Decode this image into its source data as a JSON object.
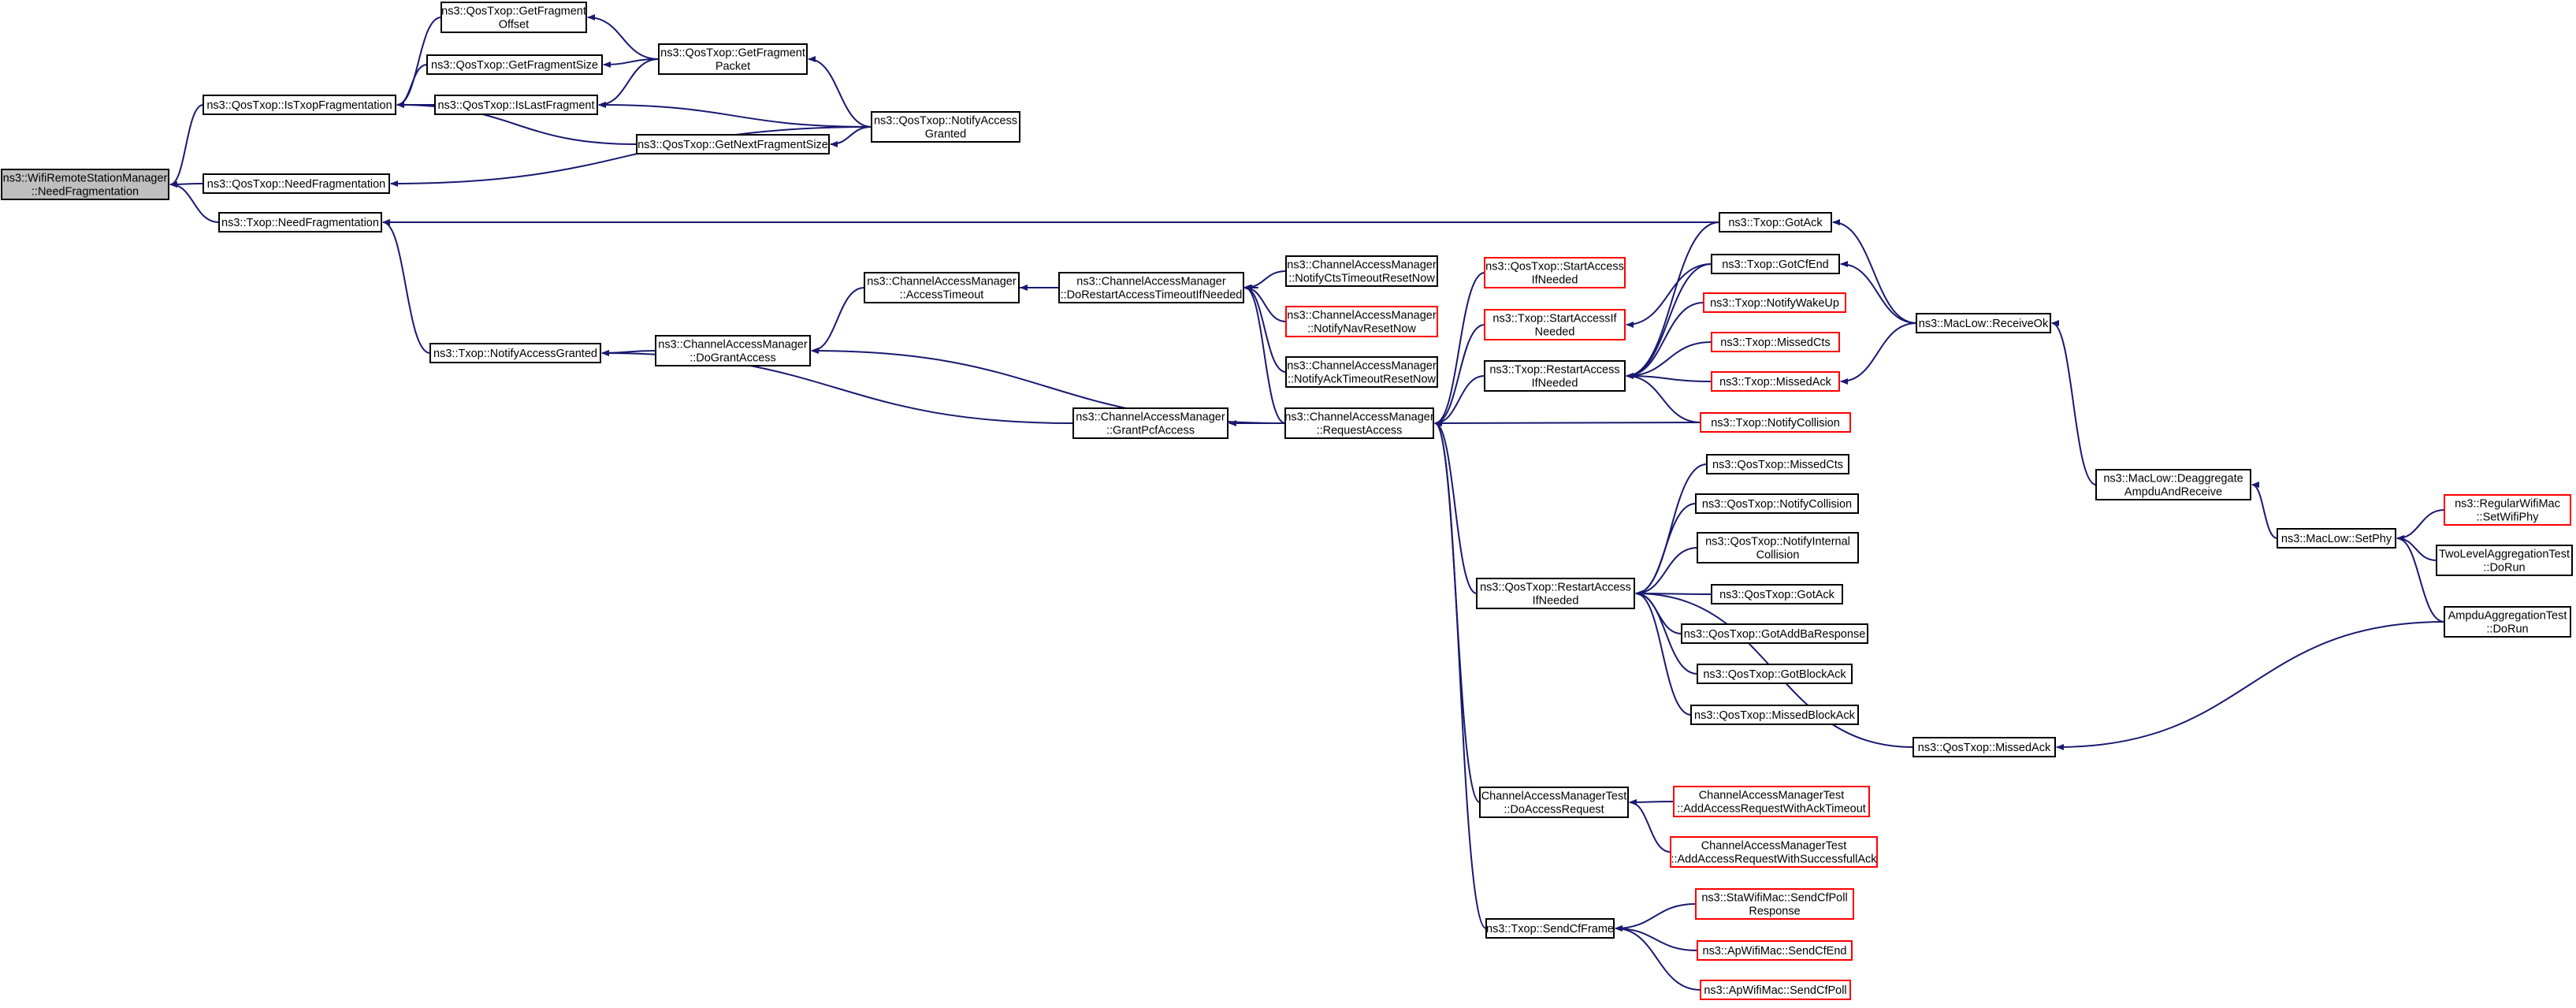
{
  "colors": {
    "edge": "#191970",
    "root_fill": "#bfbfbf",
    "node_fill": "#ffffff",
    "node_border": "#000000",
    "truncated_border": "#ff0000"
  },
  "nodes": [
    {
      "id": "root",
      "label": [
        "ns3::WifiRemoteStationManager",
        "::NeedFragmentation"
      ],
      "style": "root"
    },
    {
      "id": "qtx_istxop",
      "label": [
        "ns3::QosTxop::IsTxopFragmentation"
      ],
      "style": "normal"
    },
    {
      "id": "qtx_needfrag",
      "label": [
        "ns3::QosTxop::NeedFragmentation"
      ],
      "style": "normal"
    },
    {
      "id": "tx_needfrag",
      "label": [
        "ns3::Txop::NeedFragmentation"
      ],
      "style": "normal"
    },
    {
      "id": "qtx_getfragoff",
      "label": [
        "ns3::QosTxop::GetFragment",
        "Offset"
      ],
      "style": "normal"
    },
    {
      "id": "qtx_getfragsize",
      "label": [
        "ns3::QosTxop::GetFragmentSize"
      ],
      "style": "normal"
    },
    {
      "id": "qtx_islastfrag",
      "label": [
        "ns3::QosTxop::IsLastFragment"
      ],
      "style": "normal"
    },
    {
      "id": "qtx_getnextfrag",
      "label": [
        "ns3::QosTxop::GetNextFragmentSize"
      ],
      "style": "normal"
    },
    {
      "id": "qtx_getfragpkt",
      "label": [
        "ns3::QosTxop::GetFragment",
        "Packet"
      ],
      "style": "normal"
    },
    {
      "id": "qtx_notifyaccess",
      "label": [
        "ns3::QosTxop::NotifyAccess",
        "Granted"
      ],
      "style": "normal"
    },
    {
      "id": "tx_gotack",
      "label": [
        "ns3::Txop::GotAck"
      ],
      "style": "normal"
    },
    {
      "id": "tx_notifyaccess",
      "label": [
        "ns3::Txop::NotifyAccessGranted"
      ],
      "style": "normal"
    },
    {
      "id": "cam_dogrant",
      "label": [
        "ns3::ChannelAccessManager",
        "::DoGrantAccess"
      ],
      "style": "normal"
    },
    {
      "id": "cam_grantpcf",
      "label": [
        "ns3::ChannelAccessManager",
        "::GrantPcfAccess"
      ],
      "style": "normal"
    },
    {
      "id": "cam_accesstimeout",
      "label": [
        "ns3::ChannelAccessManager",
        "::AccessTimeout"
      ],
      "style": "normal"
    },
    {
      "id": "cam_dorestart",
      "label": [
        "ns3::ChannelAccessManager",
        "::DoRestartAccessTimeoutIfNeeded"
      ],
      "style": "normal"
    },
    {
      "id": "cam_requestaccess",
      "label": [
        "ns3::ChannelAccessManager",
        "::RequestAccess"
      ],
      "style": "normal"
    },
    {
      "id": "cam_notifycts",
      "label": [
        "ns3::ChannelAccessManager",
        "::NotifyCtsTimeoutResetNow"
      ],
      "style": "normal"
    },
    {
      "id": "cam_notifynav",
      "label": [
        "ns3::ChannelAccessManager",
        "::NotifyNavResetNow"
      ],
      "style": "truncated"
    },
    {
      "id": "cam_notifyack",
      "label": [
        "ns3::ChannelAccessManager",
        "::NotifyAckTimeoutResetNow"
      ],
      "style": "normal"
    },
    {
      "id": "qtx_startaccess",
      "label": [
        "ns3::QosTxop::StartAccess",
        "IfNeeded"
      ],
      "style": "truncated"
    },
    {
      "id": "tx_startaccess",
      "label": [
        "ns3::Txop::StartAccessIf",
        "Needed"
      ],
      "style": "truncated"
    },
    {
      "id": "tx_restartaccess",
      "label": [
        "ns3::Txop::RestartAccess",
        "IfNeeded"
      ],
      "style": "normal"
    },
    {
      "id": "tx_gotcfend",
      "label": [
        "ns3::Txop::GotCfEnd"
      ],
      "style": "normal"
    },
    {
      "id": "tx_notifywakeup",
      "label": [
        "ns3::Txop::NotifyWakeUp"
      ],
      "style": "truncated"
    },
    {
      "id": "tx_missedcts",
      "label": [
        "ns3::Txop::MissedCts"
      ],
      "style": "truncated"
    },
    {
      "id": "tx_missedack",
      "label": [
        "ns3::Txop::MissedAck"
      ],
      "style": "truncated"
    },
    {
      "id": "tx_notifycoll",
      "label": [
        "ns3::Txop::NotifyCollision"
      ],
      "style": "truncated"
    },
    {
      "id": "maclow_receiveok",
      "label": [
        "ns3::MacLow::ReceiveOk"
      ],
      "style": "normal"
    },
    {
      "id": "qtx_missedcts",
      "label": [
        "ns3::QosTxop::MissedCts"
      ],
      "style": "normal"
    },
    {
      "id": "qtx_notifycoll",
      "label": [
        "ns3::QosTxop::NotifyCollision"
      ],
      "style": "normal"
    },
    {
      "id": "qtx_notifyinternal",
      "label": [
        "ns3::QosTxop::NotifyInternal",
        "Collision"
      ],
      "style": "normal"
    },
    {
      "id": "qtx_restartaccess",
      "label": [
        "ns3::QosTxop::RestartAccess",
        "IfNeeded"
      ],
      "style": "normal"
    },
    {
      "id": "qtx_gotack",
      "label": [
        "ns3::QosTxop::GotAck"
      ],
      "style": "normal"
    },
    {
      "id": "qtx_gotaddba",
      "label": [
        "ns3::QosTxop::GotAddBaResponse"
      ],
      "style": "normal"
    },
    {
      "id": "qtx_gotblockack",
      "label": [
        "ns3::QosTxop::GotBlockAck"
      ],
      "style": "normal"
    },
    {
      "id": "qtx_missedblockack",
      "label": [
        "ns3::QosTxop::MissedBlockAck"
      ],
      "style": "normal"
    },
    {
      "id": "qtx_missedack",
      "label": [
        "ns3::QosTxop::MissedAck"
      ],
      "style": "normal"
    },
    {
      "id": "maclow_deagg",
      "label": [
        "ns3::MacLow::Deaggregate",
        "AmpduAndReceive"
      ],
      "style": "normal"
    },
    {
      "id": "maclow_setphy",
      "label": [
        "ns3::MacLow::SetPhy"
      ],
      "style": "normal"
    },
    {
      "id": "regwifimac_setphy",
      "label": [
        "ns3::RegularWifiMac",
        "::SetWifiPhy"
      ],
      "style": "truncated"
    },
    {
      "id": "twolevel_dorun",
      "label": [
        "TwoLevelAggregationTest",
        "::DoRun"
      ],
      "style": "normal"
    },
    {
      "id": "ampdu_dorun",
      "label": [
        "AmpduAggregationTest",
        "::DoRun"
      ],
      "style": "normal"
    },
    {
      "id": "camtest_doaccess",
      "label": [
        "ChannelAccessManagerTest",
        "::DoAccessRequest"
      ],
      "style": "normal"
    },
    {
      "id": "camtest_addtimeout",
      "label": [
        "ChannelAccessManagerTest",
        "::AddAccessRequestWithAckTimeout"
      ],
      "style": "truncated"
    },
    {
      "id": "camtest_addsuccess",
      "label": [
        "ChannelAccessManagerTest",
        "::AddAccessRequestWithSuccessfullAck"
      ],
      "style": "truncated"
    },
    {
      "id": "tx_sendcfframe",
      "label": [
        "ns3::Txop::SendCfFrame"
      ],
      "style": "normal"
    },
    {
      "id": "stawifimac_sendcfpoll",
      "label": [
        "ns3::StaWifiMac::SendCfPoll",
        "Response"
      ],
      "style": "truncated"
    },
    {
      "id": "apwifimac_sendcfend",
      "label": [
        "ns3::ApWifiMac::SendCfEnd"
      ],
      "style": "truncated"
    },
    {
      "id": "apwifimac_sendcfpoll",
      "label": [
        "ns3::ApWifiMac::SendCfPoll"
      ],
      "style": "truncated"
    }
  ],
  "edges": [
    [
      "qtx_istxop",
      "root"
    ],
    [
      "qtx_needfrag",
      "root"
    ],
    [
      "tx_needfrag",
      "root"
    ],
    [
      "qtx_getfragoff",
      "qtx_istxop"
    ],
    [
      "qtx_getfragsize",
      "qtx_istxop"
    ],
    [
      "qtx_islastfrag",
      "qtx_istxop"
    ],
    [
      "qtx_getnextfrag",
      "qtx_istxop"
    ],
    [
      "qtx_getfragpkt",
      "qtx_getfragoff"
    ],
    [
      "qtx_getfragpkt",
      "qtx_getfragsize"
    ],
    [
      "qtx_getfragpkt",
      "qtx_islastfrag"
    ],
    [
      "qtx_notifyaccess",
      "qtx_getfragpkt"
    ],
    [
      "qtx_notifyaccess",
      "qtx_islastfrag"
    ],
    [
      "qtx_notifyaccess",
      "qtx_getnextfrag"
    ],
    [
      "qtx_notifyaccess",
      "qtx_needfrag"
    ],
    [
      "tx_gotack",
      "tx_needfrag"
    ],
    [
      "tx_notifyaccess",
      "tx_needfrag"
    ],
    [
      "cam_dogrant",
      "tx_notifyaccess"
    ],
    [
      "cam_grantpcf",
      "tx_notifyaccess"
    ],
    [
      "cam_accesstimeout",
      "cam_dogrant"
    ],
    [
      "cam_requestaccess",
      "cam_dogrant"
    ],
    [
      "cam_dorestart",
      "cam_accesstimeout"
    ],
    [
      "cam_accesstimeout",
      "cam_dorestart"
    ],
    [
      "cam_notifycts",
      "cam_dorestart"
    ],
    [
      "cam_notifynav",
      "cam_dorestart"
    ],
    [
      "cam_notifyack",
      "cam_dorestart"
    ],
    [
      "cam_requestaccess",
      "cam_dorestart"
    ],
    [
      "cam_requestaccess",
      "cam_grantpcf"
    ],
    [
      "qtx_startaccess",
      "cam_requestaccess"
    ],
    [
      "tx_startaccess",
      "cam_requestaccess"
    ],
    [
      "tx_restartaccess",
      "cam_requestaccess"
    ],
    [
      "tx_notifycoll",
      "cam_requestaccess"
    ],
    [
      "qtx_restartaccess",
      "cam_requestaccess"
    ],
    [
      "camtest_doaccess",
      "cam_requestaccess"
    ],
    [
      "tx_sendcfframe",
      "cam_requestaccess"
    ],
    [
      "tx_gotcfend",
      "tx_startaccess"
    ],
    [
      "tx_gotack",
      "tx_restartaccess"
    ],
    [
      "tx_gotcfend",
      "tx_restartaccess"
    ],
    [
      "tx_notifywakeup",
      "tx_restartaccess"
    ],
    [
      "tx_missedcts",
      "tx_restartaccess"
    ],
    [
      "tx_missedack",
      "tx_restartaccess"
    ],
    [
      "tx_notifycoll",
      "tx_restartaccess"
    ],
    [
      "maclow_receiveok",
      "tx_gotack"
    ],
    [
      "maclow_receiveok",
      "tx_gotcfend"
    ],
    [
      "maclow_receiveok",
      "tx_missedack"
    ],
    [
      "maclow_deagg",
      "maclow_receiveok"
    ],
    [
      "maclow_setphy",
      "maclow_deagg"
    ],
    [
      "regwifimac_setphy",
      "maclow_setphy"
    ],
    [
      "twolevel_dorun",
      "maclow_setphy"
    ],
    [
      "ampdu_dorun",
      "maclow_setphy"
    ],
    [
      "qtx_missedcts",
      "qtx_restartaccess"
    ],
    [
      "qtx_notifycoll",
      "qtx_restartaccess"
    ],
    [
      "qtx_notifyinternal",
      "qtx_restartaccess"
    ],
    [
      "qtx_gotack",
      "qtx_restartaccess"
    ],
    [
      "qtx_gotaddba",
      "qtx_restartaccess"
    ],
    [
      "qtx_gotblockack",
      "qtx_restartaccess"
    ],
    [
      "qtx_missedblockack",
      "qtx_restartaccess"
    ],
    [
      "qtx_missedack",
      "qtx_restartaccess"
    ],
    [
      "ampdu_dorun",
      "qtx_missedack"
    ],
    [
      "camtest_addtimeout",
      "camtest_doaccess"
    ],
    [
      "camtest_addsuccess",
      "camtest_doaccess"
    ],
    [
      "stawifimac_sendcfpoll",
      "tx_sendcfframe"
    ],
    [
      "apwifimac_sendcfend",
      "tx_sendcfframe"
    ],
    [
      "apwifimac_sendcfpoll",
      "tx_sendcfframe"
    ]
  ]
}
